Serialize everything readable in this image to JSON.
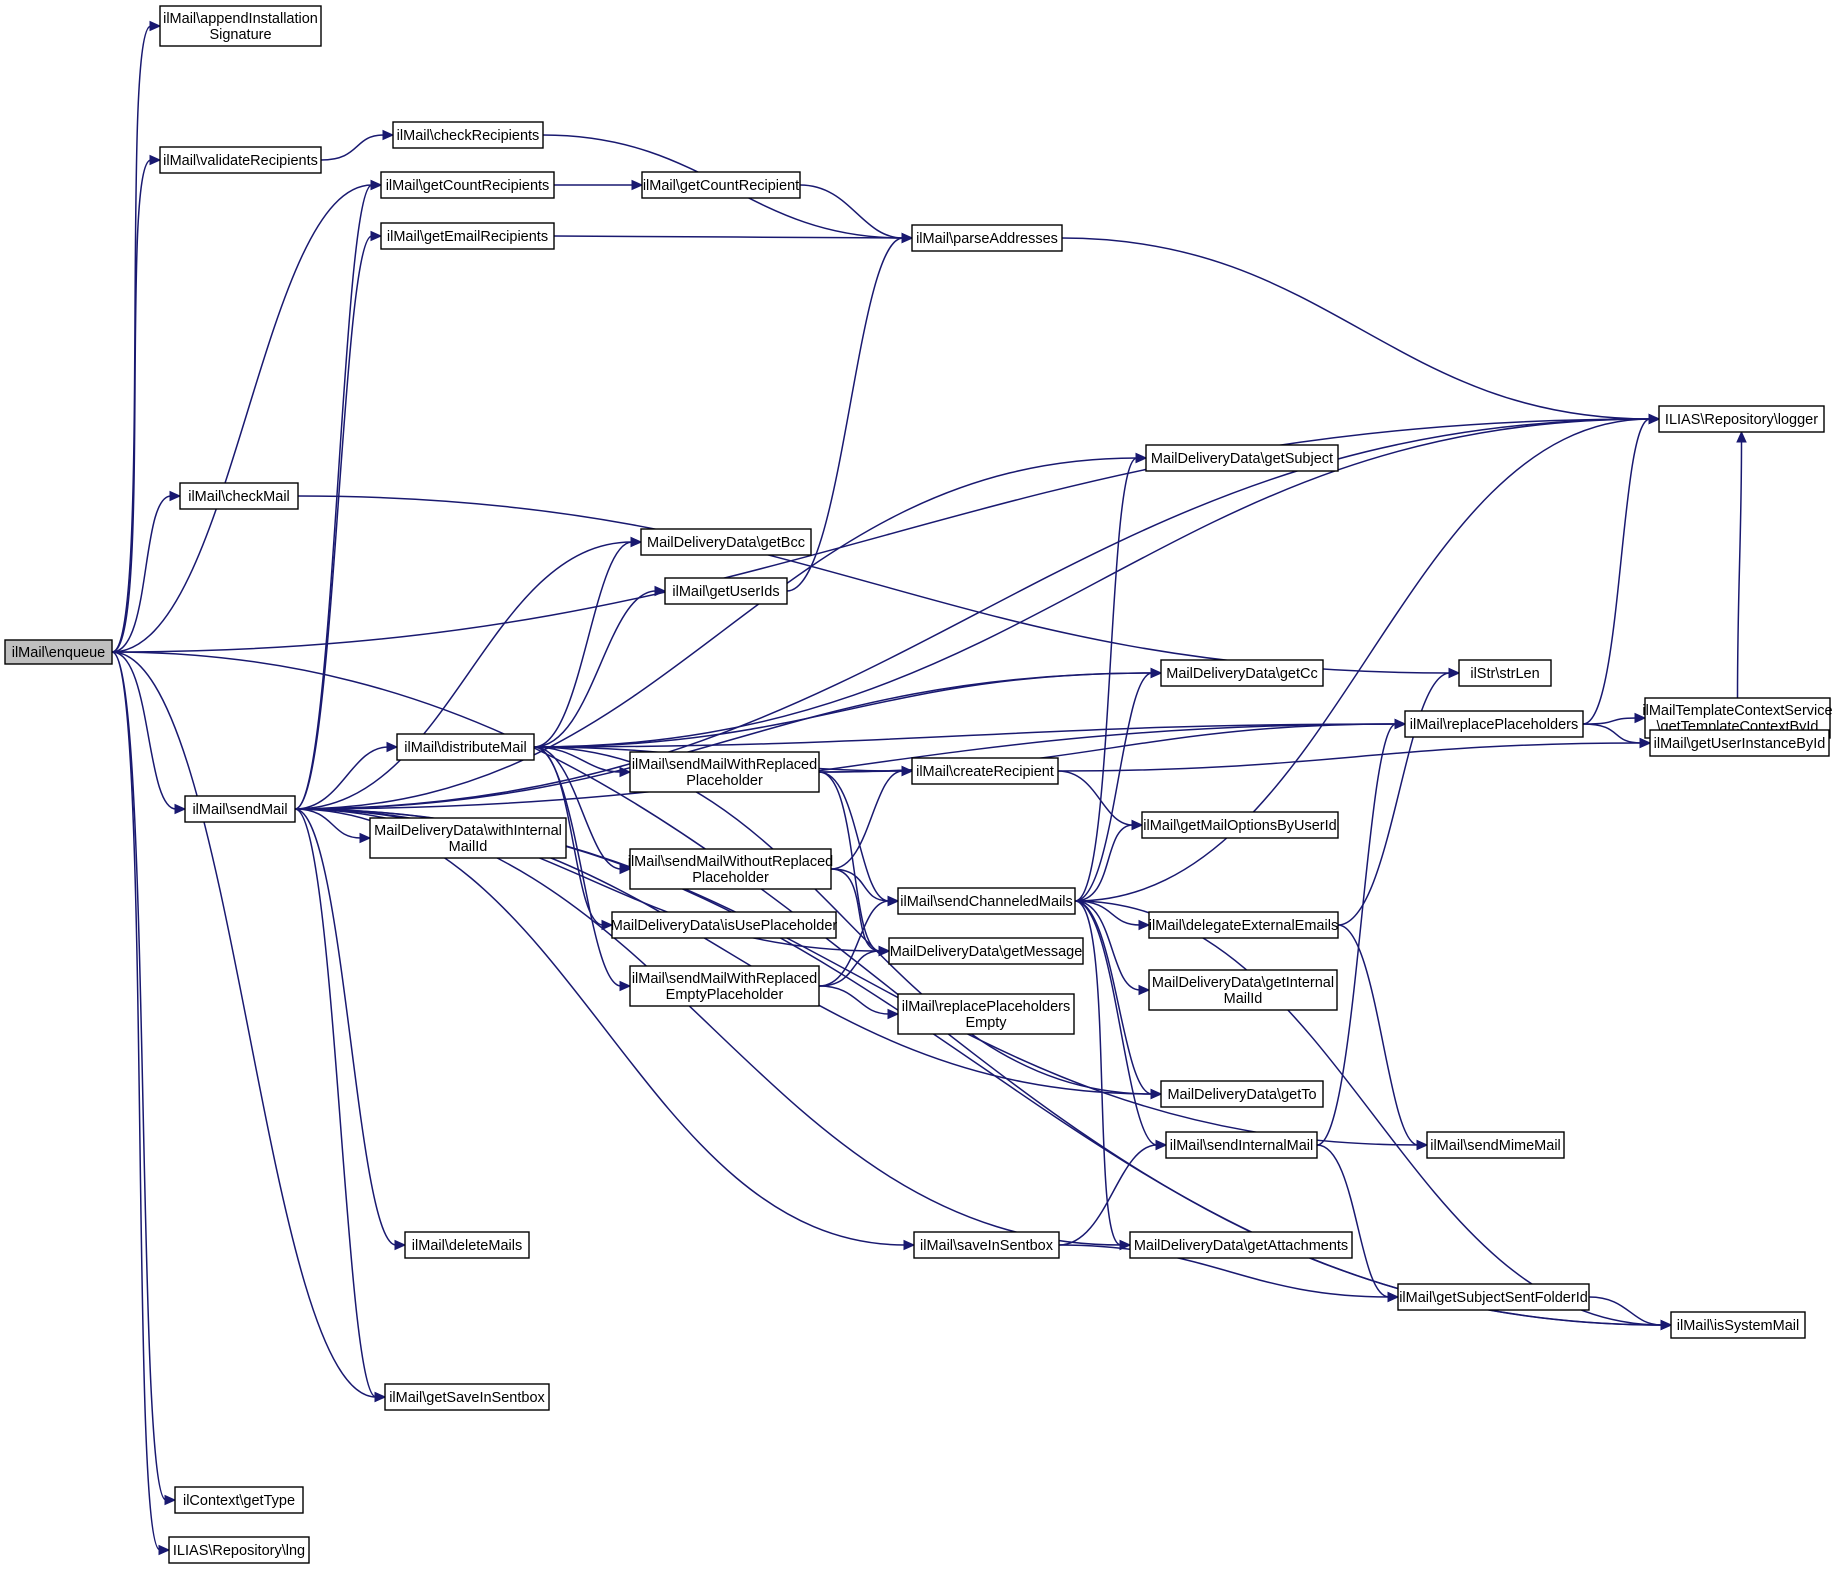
{
  "diagram": {
    "title": "ilMail\\enqueue call graph",
    "nodes": {
      "enqueue": {
        "lines": [
          "ilMail\\enqueue"
        ],
        "root": true
      },
      "appendInstallationSignature": {
        "lines": [
          "ilMail\\appendInstallation",
          "Signature"
        ]
      },
      "validateRecipients": {
        "lines": [
          "ilMail\\validateRecipients"
        ]
      },
      "checkRecipients": {
        "lines": [
          "ilMail\\checkRecipients"
        ]
      },
      "getCountRecipients": {
        "lines": [
          "ilMail\\getCountRecipients"
        ]
      },
      "getCountRecipient": {
        "lines": [
          "ilMail\\getCountRecipient"
        ]
      },
      "getEmailRecipients": {
        "lines": [
          "ilMail\\getEmailRecipients"
        ]
      },
      "parseAddresses": {
        "lines": [
          "ilMail\\parseAddresses"
        ]
      },
      "repoLogger": {
        "lines": [
          "ILIAS\\Repository\\logger"
        ]
      },
      "checkMail": {
        "lines": [
          "ilMail\\checkMail"
        ]
      },
      "getSubject": {
        "lines": [
          "MailDeliveryData\\getSubject"
        ]
      },
      "getBcc": {
        "lines": [
          "MailDeliveryData\\getBcc"
        ]
      },
      "getUserIds": {
        "lines": [
          "ilMail\\getUserIds"
        ]
      },
      "getCc": {
        "lines": [
          "MailDeliveryData\\getCc"
        ]
      },
      "strLen": {
        "lines": [
          "ilStr\\strLen"
        ]
      },
      "replacePlaceholders": {
        "lines": [
          "ilMail\\replacePlaceholders"
        ]
      },
      "getTemplateContextById": {
        "lines": [
          "ilMailTemplateContextService",
          "\\getTemplateContextById"
        ]
      },
      "getUserInstanceById": {
        "lines": [
          "ilMail\\getUserInstanceById"
        ]
      },
      "sendMail": {
        "lines": [
          "ilMail\\sendMail"
        ]
      },
      "distributeMail": {
        "lines": [
          "ilMail\\distributeMail"
        ]
      },
      "sendMailWithReplacedPlaceholder": {
        "lines": [
          "ilMail\\sendMailWithReplaced",
          "Placeholder"
        ]
      },
      "createRecipient": {
        "lines": [
          "ilMail\\createRecipient"
        ]
      },
      "withInternalMailId": {
        "lines": [
          "MailDeliveryData\\withInternal",
          "MailId"
        ]
      },
      "getMailOptionsByUserId": {
        "lines": [
          "ilMail\\getMailOptionsByUserId"
        ]
      },
      "sendMailWithoutReplacedPlaceholder": {
        "lines": [
          "ilMail\\sendMailWithoutReplaced",
          "Placeholder"
        ]
      },
      "sendChanneledMails": {
        "lines": [
          "ilMail\\sendChanneledMails"
        ]
      },
      "isUsePlaceholder": {
        "lines": [
          "MailDeliveryData\\isUsePlaceholder"
        ]
      },
      "delegateExternalEmails": {
        "lines": [
          "ilMail\\delegateExternalEmails"
        ]
      },
      "getMessage": {
        "lines": [
          "MailDeliveryData\\getMessage"
        ]
      },
      "sendMailWithReplacedEmptyPlaceholder": {
        "lines": [
          "ilMail\\sendMailWithReplaced",
          "EmptyPlaceholder"
        ]
      },
      "getInternalMailId": {
        "lines": [
          "MailDeliveryData\\getInternal",
          "MailId"
        ]
      },
      "replacePlaceholdersEmpty": {
        "lines": [
          "ilMail\\replacePlaceholders",
          "Empty"
        ]
      },
      "getTo": {
        "lines": [
          "MailDeliveryData\\getTo"
        ]
      },
      "sendInternalMail": {
        "lines": [
          "ilMail\\sendInternalMail"
        ]
      },
      "sendMimeMail": {
        "lines": [
          "ilMail\\sendMimeMail"
        ]
      },
      "deleteMails": {
        "lines": [
          "ilMail\\deleteMails"
        ]
      },
      "saveInSentbox": {
        "lines": [
          "ilMail\\saveInSentbox"
        ]
      },
      "getAttachments": {
        "lines": [
          "MailDeliveryData\\getAttachments"
        ]
      },
      "getSubjectSentFolderId": {
        "lines": [
          "ilMail\\getSubjectSentFolderId"
        ]
      },
      "isSystemMail": {
        "lines": [
          "ilMail\\isSystemMail"
        ]
      },
      "getSaveInSentbox": {
        "lines": [
          "ilMail\\getSaveInSentbox"
        ]
      },
      "getType": {
        "lines": [
          "ilContext\\getType"
        ]
      },
      "lng": {
        "lines": [
          "ILIAS\\Repository\\lng"
        ]
      }
    },
    "edges": [
      [
        "enqueue",
        "appendInstallationSignature"
      ],
      [
        "enqueue",
        "repoLogger"
      ],
      [
        "enqueue",
        "validateRecipients"
      ],
      [
        "enqueue",
        "getCountRecipients"
      ],
      [
        "enqueue",
        "checkMail"
      ],
      [
        "enqueue",
        "sendMail"
      ],
      [
        "enqueue",
        "getSaveInSentbox"
      ],
      [
        "enqueue",
        "isSystemMail"
      ],
      [
        "enqueue",
        "getType"
      ],
      [
        "enqueue",
        "lng"
      ],
      [
        "validateRecipients",
        "checkRecipients"
      ],
      [
        "checkRecipients",
        "parseAddresses"
      ],
      [
        "getCountRecipients",
        "getCountRecipient"
      ],
      [
        "getCountRecipient",
        "parseAddresses"
      ],
      [
        "getEmailRecipients",
        "parseAddresses"
      ],
      [
        "parseAddresses",
        "repoLogger"
      ],
      [
        "checkMail",
        "strLen"
      ],
      [
        "sendMail",
        "getCountRecipients"
      ],
      [
        "sendMail",
        "getEmailRecipients"
      ],
      [
        "sendMail",
        "repoLogger"
      ],
      [
        "sendMail",
        "replacePlaceholders"
      ],
      [
        "sendMail",
        "getSubject"
      ],
      [
        "sendMail",
        "getCc"
      ],
      [
        "sendMail",
        "getBcc"
      ],
      [
        "sendMail",
        "distributeMail"
      ],
      [
        "sendMail",
        "withInternalMailId"
      ],
      [
        "sendMail",
        "getMessage"
      ],
      [
        "sendMail",
        "getTo"
      ],
      [
        "sendMail",
        "sendMimeMail"
      ],
      [
        "sendMail",
        "deleteMails"
      ],
      [
        "sendMail",
        "saveInSentbox"
      ],
      [
        "sendMail",
        "getAttachments"
      ],
      [
        "sendMail",
        "isSystemMail"
      ],
      [
        "sendMail",
        "getSaveInSentbox"
      ],
      [
        "distributeMail",
        "getBcc"
      ],
      [
        "distributeMail",
        "getUserIds"
      ],
      [
        "distributeMail",
        "repoLogger"
      ],
      [
        "distributeMail",
        "getCc"
      ],
      [
        "distributeMail",
        "replacePlaceholders"
      ],
      [
        "distributeMail",
        "createRecipient"
      ],
      [
        "distributeMail",
        "sendMailWithReplacedPlaceholder"
      ],
      [
        "distributeMail",
        "sendMailWithoutReplacedPlaceholder"
      ],
      [
        "distributeMail",
        "isUsePlaceholder"
      ],
      [
        "distributeMail",
        "sendMailWithReplacedEmptyPlaceholder"
      ],
      [
        "distributeMail",
        "getTo"
      ],
      [
        "getUserIds",
        "parseAddresses"
      ],
      [
        "sendMailWithReplacedPlaceholder",
        "createRecipient"
      ],
      [
        "sendMailWithReplacedPlaceholder",
        "sendChanneledMails"
      ],
      [
        "sendMailWithReplacedPlaceholder",
        "getMessage"
      ],
      [
        "sendMailWithReplacedPlaceholder",
        "replacePlaceholders"
      ],
      [
        "sendMailWithoutReplacedPlaceholder",
        "createRecipient"
      ],
      [
        "sendMailWithoutReplacedPlaceholder",
        "sendChanneledMails"
      ],
      [
        "sendMailWithoutReplacedPlaceholder",
        "getMessage"
      ],
      [
        "sendMailWithReplacedEmptyPlaceholder",
        "getMessage"
      ],
      [
        "sendMailWithReplacedEmptyPlaceholder",
        "replacePlaceholdersEmpty"
      ],
      [
        "sendMailWithReplacedEmptyPlaceholder",
        "sendChanneledMails"
      ],
      [
        "createRecipient",
        "getMailOptionsByUserId"
      ],
      [
        "createRecipient",
        "getUserInstanceById"
      ],
      [
        "sendChanneledMails",
        "getSubject"
      ],
      [
        "sendChanneledMails",
        "getCc"
      ],
      [
        "sendChanneledMails",
        "getMailOptionsByUserId"
      ],
      [
        "sendChanneledMails",
        "repoLogger"
      ],
      [
        "sendChanneledMails",
        "delegateExternalEmails"
      ],
      [
        "sendChanneledMails",
        "getInternalMailId"
      ],
      [
        "sendChanneledMails",
        "getTo"
      ],
      [
        "sendChanneledMails",
        "sendInternalMail"
      ],
      [
        "sendChanneledMails",
        "getAttachments"
      ],
      [
        "sendChanneledMails",
        "isSystemMail"
      ],
      [
        "delegateExternalEmails",
        "strLen"
      ],
      [
        "delegateExternalEmails",
        "sendMimeMail"
      ],
      [
        "sendInternalMail",
        "replacePlaceholders"
      ],
      [
        "sendInternalMail",
        "getSubjectSentFolderId"
      ],
      [
        "saveInSentbox",
        "sendInternalMail"
      ],
      [
        "saveInSentbox",
        "getSubjectSentFolderId"
      ],
      [
        "getSubjectSentFolderId",
        "isSystemMail"
      ],
      [
        "replacePlaceholders",
        "repoLogger"
      ],
      [
        "replacePlaceholders",
        "getTemplateContextById"
      ],
      [
        "replacePlaceholders",
        "getUserInstanceById"
      ],
      [
        "getTemplateContextById",
        "repoLogger"
      ]
    ]
  }
}
